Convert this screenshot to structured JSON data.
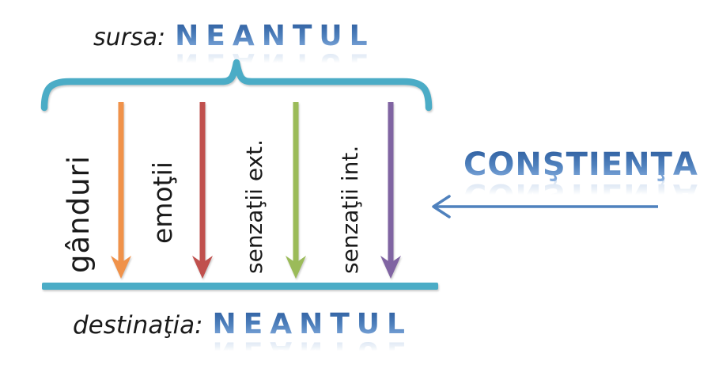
{
  "source_caption": {
    "prefix": "sursa:",
    "word": "NEANTUL"
  },
  "destination_caption": {
    "prefix": "destinaţia:",
    "word": "NEANTUL"
  },
  "consciousness_label": "CONŞTIENŢA",
  "channels": [
    {
      "label": "gânduri",
      "color": "#F0924A"
    },
    {
      "label": "emoţii",
      "color": "#C0504D"
    },
    {
      "label": "senzaţii ext.",
      "color": "#9BBB59"
    },
    {
      "label": "senzaţii int.",
      "color": "#8064A2"
    }
  ],
  "colors": {
    "brace": "#4BACC6",
    "baseline_bar": "#4BACC6",
    "consciousness_arrow": "#4F81BD",
    "wordart_blue": "#4F81BD",
    "label_text": "#1A1A1A"
  }
}
